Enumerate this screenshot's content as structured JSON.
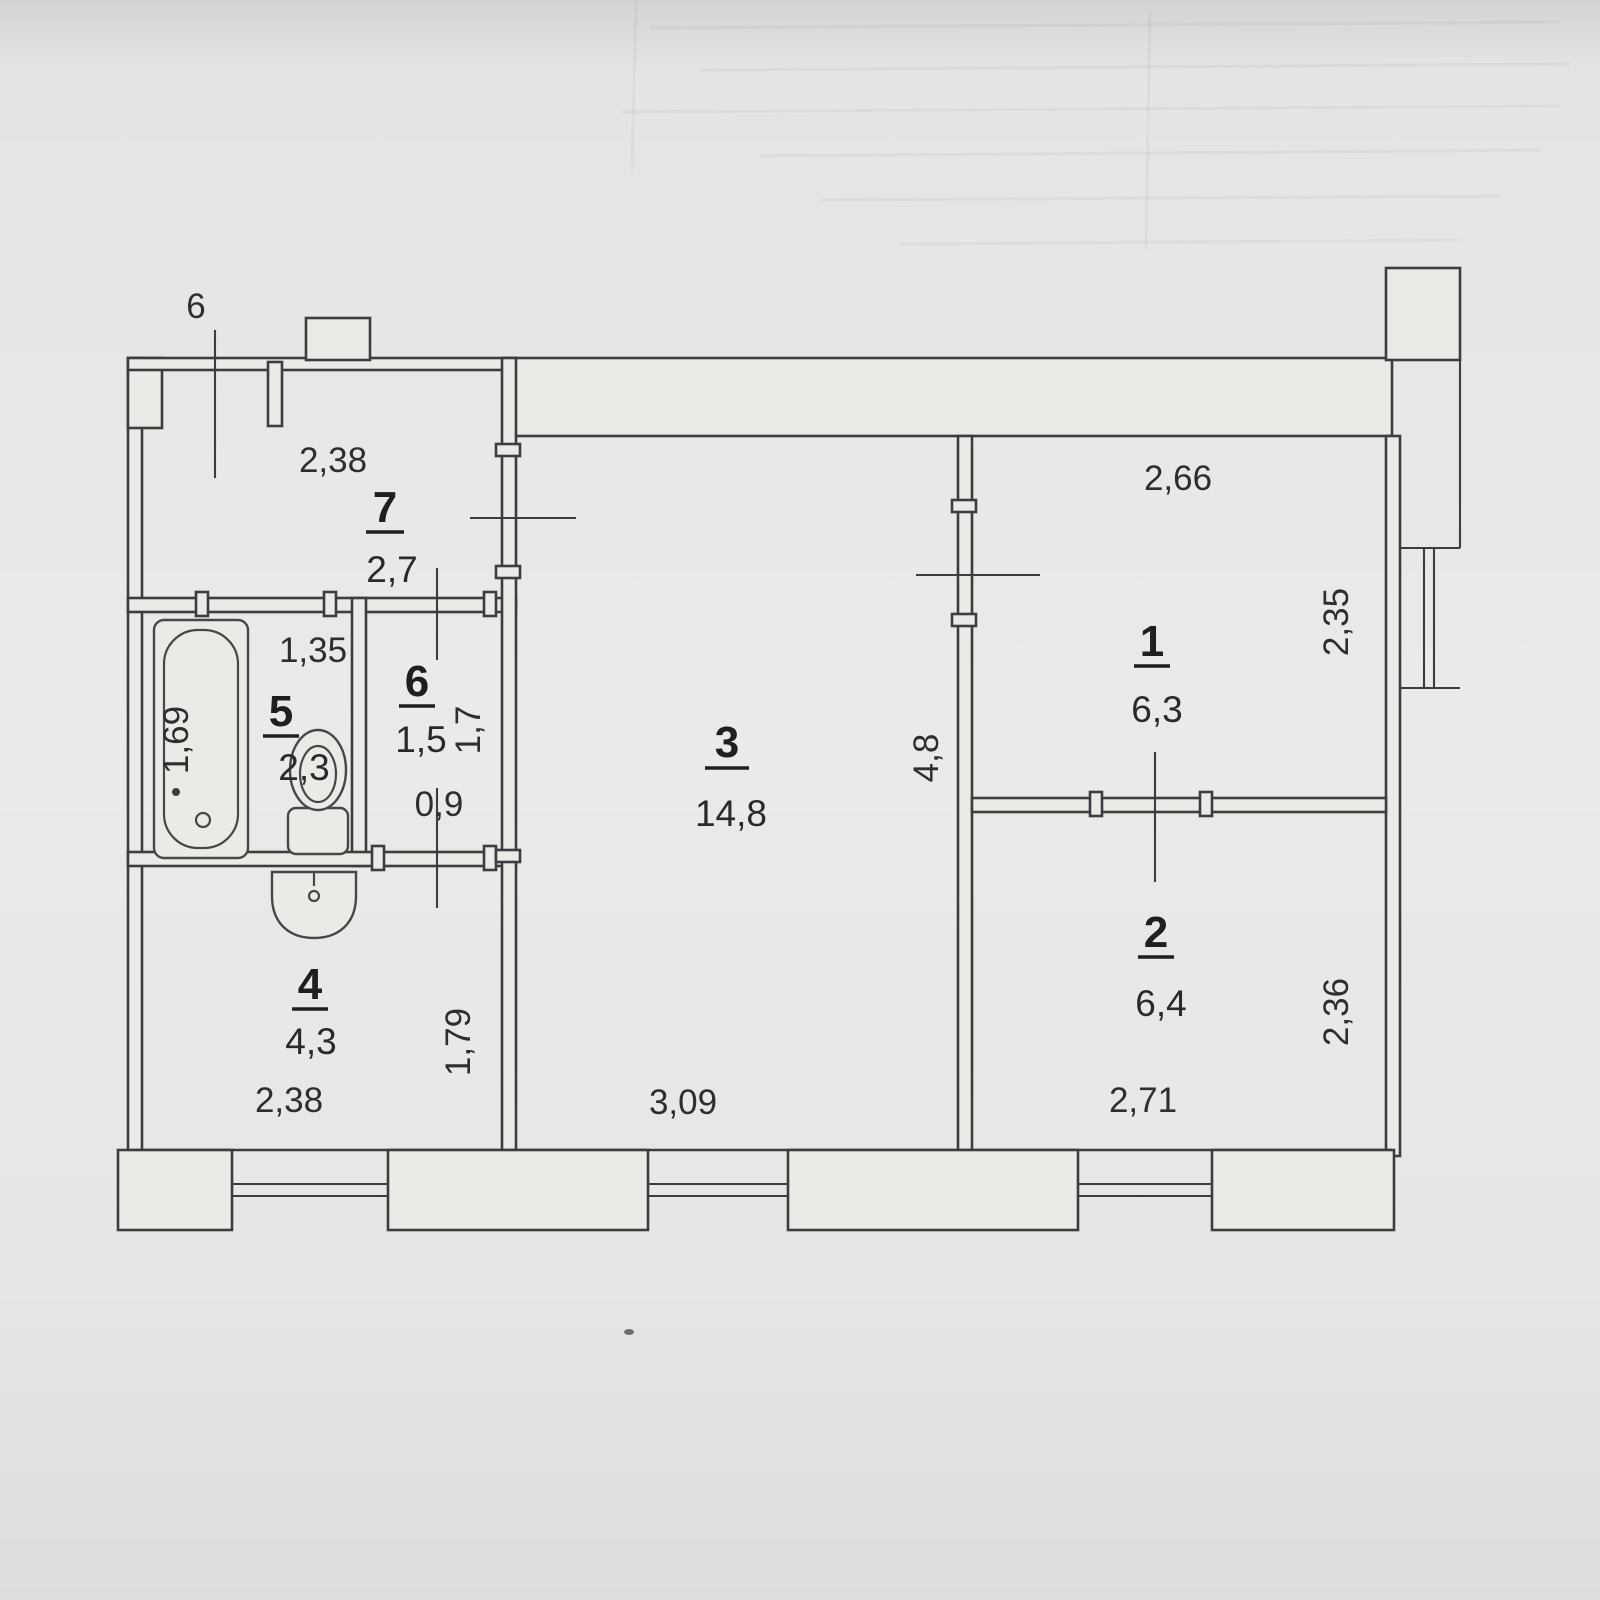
{
  "colors": {
    "ink": "#3d3d3d",
    "paper": "#ebeae7"
  },
  "callout": {
    "label": "6"
  },
  "rooms": [
    {
      "number": "1",
      "area": "6,3",
      "width": "2,66",
      "height": "2,35"
    },
    {
      "number": "2",
      "area": "6,4",
      "width": "2,71",
      "height": "2,36"
    },
    {
      "number": "3",
      "area": "14,8",
      "width": "3,09",
      "height": "4,8"
    },
    {
      "number": "4",
      "area": "4,3",
      "width": "2,38",
      "height": "1,79"
    },
    {
      "number": "5",
      "area": "2,3",
      "width": "1,35",
      "height": "1,69"
    },
    {
      "number": "6",
      "area": "1,5",
      "width": "0,9",
      "height": "1,7"
    },
    {
      "number": "7",
      "area": "2,7",
      "width": "2,38"
    }
  ]
}
